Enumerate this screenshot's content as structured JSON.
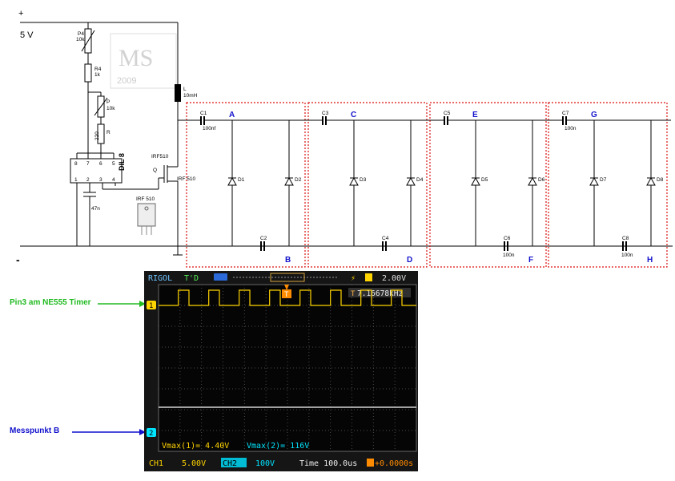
{
  "schematic": {
    "supply": {
      "plus": "+",
      "minus": "-",
      "voltage": "5 V"
    },
    "watermark": {
      "letters": "MS",
      "year": "2009"
    },
    "ic": {
      "name": "DIL 8",
      "pins_top": [
        "8",
        "7",
        "6",
        "5"
      ],
      "pins_bottom": [
        "1",
        "2",
        "3",
        "4"
      ]
    },
    "components": {
      "p4": {
        "ref": "P4",
        "val": "10k"
      },
      "r4": {
        "ref": "R4",
        "val": "1k"
      },
      "p": {
        "ref": "P",
        "val": "10k"
      },
      "r": {
        "ref": "R",
        "val": "220"
      },
      "cap47": "47n",
      "inductor": {
        "ref": "L",
        "val": "10mH"
      },
      "mosfet": {
        "ref": "Q",
        "type": "IRF510",
        "type2": "IRF 510"
      },
      "pkg": "IRF 510"
    },
    "stages": [
      {
        "top_cap": "C1",
        "top_val": "100nf",
        "top_node": "A",
        "d_left": "D1",
        "d_right": "D2",
        "bot_cap": "C2",
        "bot_val": "",
        "bot_node": "B"
      },
      {
        "top_cap": "C3",
        "top_val": "",
        "top_node": "C",
        "d_left": "D3",
        "d_right": "D4",
        "bot_cap": "C4",
        "bot_val": "",
        "bot_node": "D"
      },
      {
        "top_cap": "C5",
        "top_val": "",
        "top_node": "E",
        "d_left": "D5",
        "d_right": "D6",
        "bot_cap": "C6",
        "bot_val": "100n",
        "bot_node": "F"
      },
      {
        "top_cap": "C7",
        "top_val": "100n",
        "top_node": "G",
        "d_left": "D7",
        "d_right": "D8",
        "bot_cap": "C8",
        "bot_val": "100n",
        "bot_node": "H"
      }
    ]
  },
  "annotations": {
    "pin3": "Pin3 am NE555 Timer",
    "messpunkt": "Messpunkt B"
  },
  "scope": {
    "brand": "RIGOL",
    "mode": "T'D",
    "trigger_level": "2.00V",
    "frequency": "7.16678kHz",
    "ch1_marker": "1",
    "ch2_marker": "2",
    "vmax1": "Vmax(1)= 4.40V",
    "vmax2": "Vmax(2)= 116V",
    "ch1_label": "CH1",
    "ch1_scale": "5.00V",
    "ch2_label": "CH2",
    "ch2_scale": "100V",
    "time": "Time 100.0us",
    "offset": "+0.0000s",
    "trigger_marker": "T",
    "colors": {
      "ch1": "#ffd400",
      "ch2": "#00e5ff",
      "grid": "#4a4a4a",
      "bezel": "#1a1a1a"
    }
  }
}
